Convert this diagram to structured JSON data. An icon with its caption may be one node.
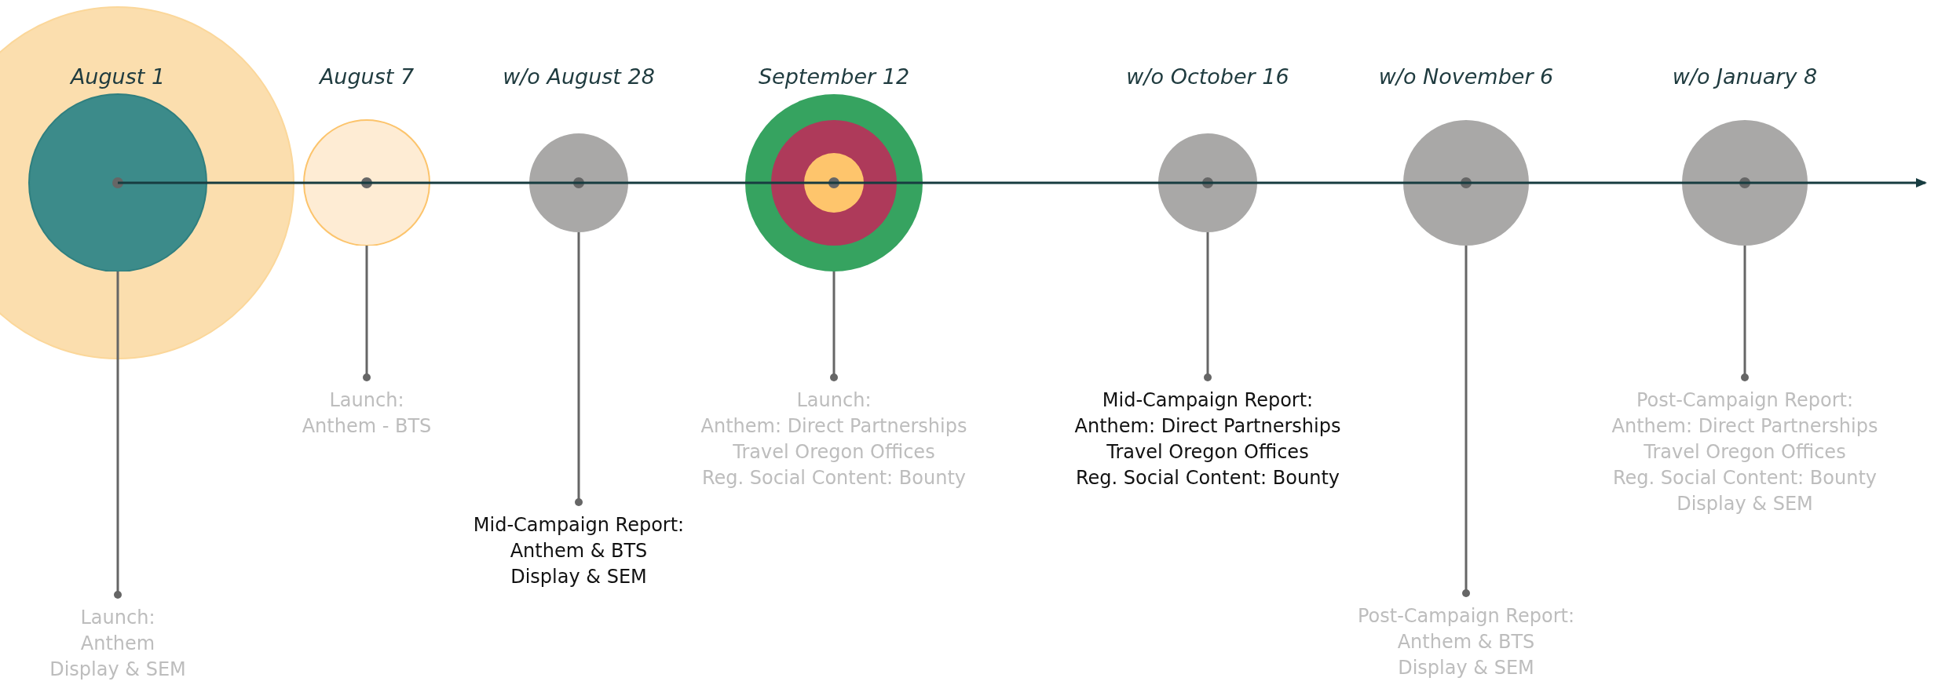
{
  "diagram": {
    "nodes": [
      {
        "text": [
          "August 1"
        ]
      },
      {
        "text": [
          "August 7"
        ]
      },
      {
        "text": [
          "w/o August 28"
        ]
      },
      {
        "text": [
          "September 12"
        ]
      },
      {
        "text": [
          "w/o October 16"
        ]
      },
      {
        "text": [
          "w/o November 6"
        ]
      },
      {
        "text": [
          "w/o January 8"
        ]
      },
      {
        "text": [
          "Launch:",
          "Anthem",
          "Display & SEM"
        ]
      },
      {
        "text": [
          "Launch:",
          "Anthem - BTS"
        ]
      },
      {
        "text": [
          "Mid-Campaign Report:",
          "Anthem & BTS",
          "Display & SEM"
        ]
      },
      {
        "text": [
          "Launch:",
          "Anthem: Direct Partnerships",
          "Travel Oregon Offices",
          "Reg. Social Content: Bounty"
        ]
      },
      {
        "text": [
          "Mid-Campaign Report:",
          "Anthem: Direct Partnerships",
          "Travel Oregon Offices",
          "Reg. Social Content: Bounty"
        ]
      },
      {
        "text": [
          "Post-Campaign Report:",
          "Anthem & BTS",
          "Display & SEM"
        ]
      },
      {
        "text": [
          "Post-Campaign Report:",
          "Anthem: Direct Partnerships",
          "Travel Oregon Offices",
          "Reg. Social Content: Bounty",
          "Display & SEM"
        ]
      }
    ],
    "edges": [
      {
        "from": 0,
        "to": 7,
        "arrow": "other"
      },
      {
        "from": 1,
        "to": 8,
        "arrow": "other"
      },
      {
        "from": 2,
        "to": 9,
        "arrow": "other"
      },
      {
        "from": 3,
        "to": 10,
        "arrow": "other"
      },
      {
        "from": 4,
        "to": 11,
        "arrow": "other"
      },
      {
        "from": 5,
        "to": 12,
        "arrow": "other"
      },
      {
        "from": 6,
        "to": 13,
        "arrow": "other"
      }
    ]
  }
}
